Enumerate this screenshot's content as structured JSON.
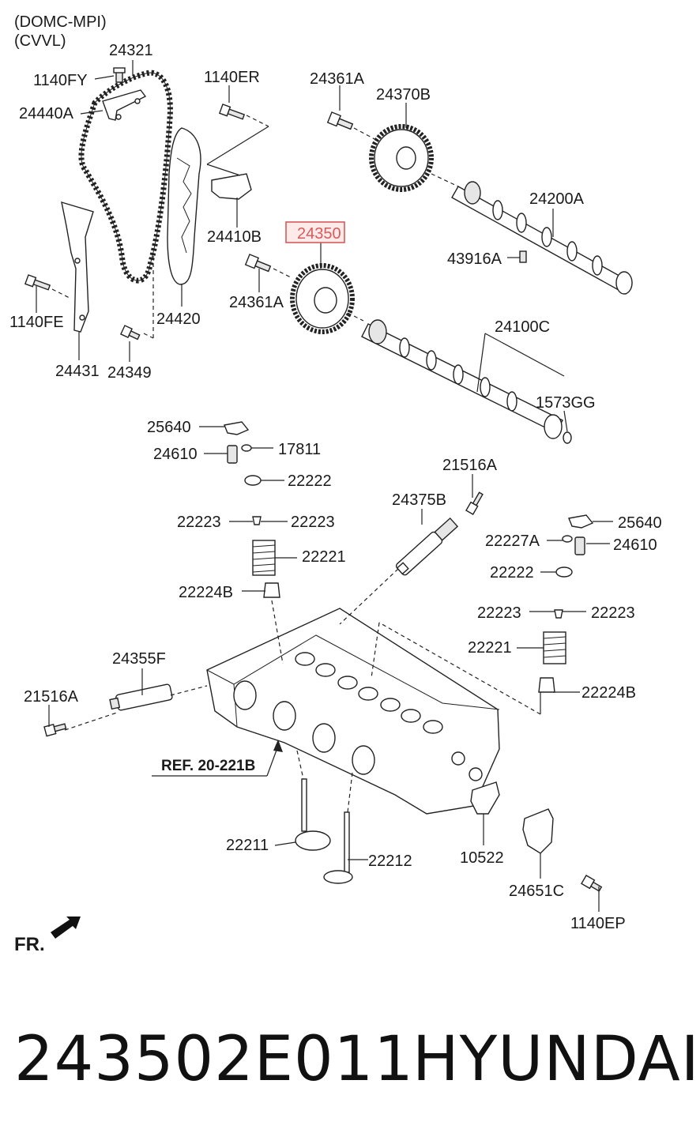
{
  "header": {
    "engine_line": "(DOMC-MPI)",
    "variant_line": "(CVVL)"
  },
  "highlight": {
    "part": "24350",
    "color": "#d85a5a"
  },
  "labels": {
    "p24321": "24321",
    "p1140FY": "1140FY",
    "p24440A": "24440A",
    "p1140ER": "1140ER",
    "p24361A_top": "24361A",
    "p24370B": "24370B",
    "p24200A": "24200A",
    "p24410B": "24410B",
    "p24350": "24350",
    "p43916A": "43916A",
    "p24361A_mid": "24361A",
    "p1140FE": "1140FE",
    "p24420": "24420",
    "p24100C": "24100C",
    "p24431": "24431",
    "p24349": "24349",
    "p1573GG": "1573GG",
    "p25640_l": "25640",
    "p24610_l": "24610",
    "p17811": "17811",
    "p22222_l": "22222",
    "p21516A_top": "21516A",
    "p24375B": "24375B",
    "p22223_l1": "22223",
    "p22223_l2": "22223",
    "p25640_r": "25640",
    "p22227A": "22227A",
    "p24610_r": "24610",
    "p22221_l": "22221",
    "p22222_r": "22222",
    "p22224B_l": "22224B",
    "p22223_r1": "22223",
    "p22223_r2": "22223",
    "p22221_r": "22221",
    "p24355F": "24355F",
    "p22224B_r": "22224B",
    "p21516A_left": "21516A",
    "ref": "REF. 20-221B",
    "p22211": "22211",
    "p22212": "22212",
    "p10522": "10522",
    "p24651C": "24651C",
    "p1140EP": "1140EP",
    "front": "FR."
  },
  "caption": {
    "part_number": "243502E011",
    "brand": "HYUNDAI"
  }
}
